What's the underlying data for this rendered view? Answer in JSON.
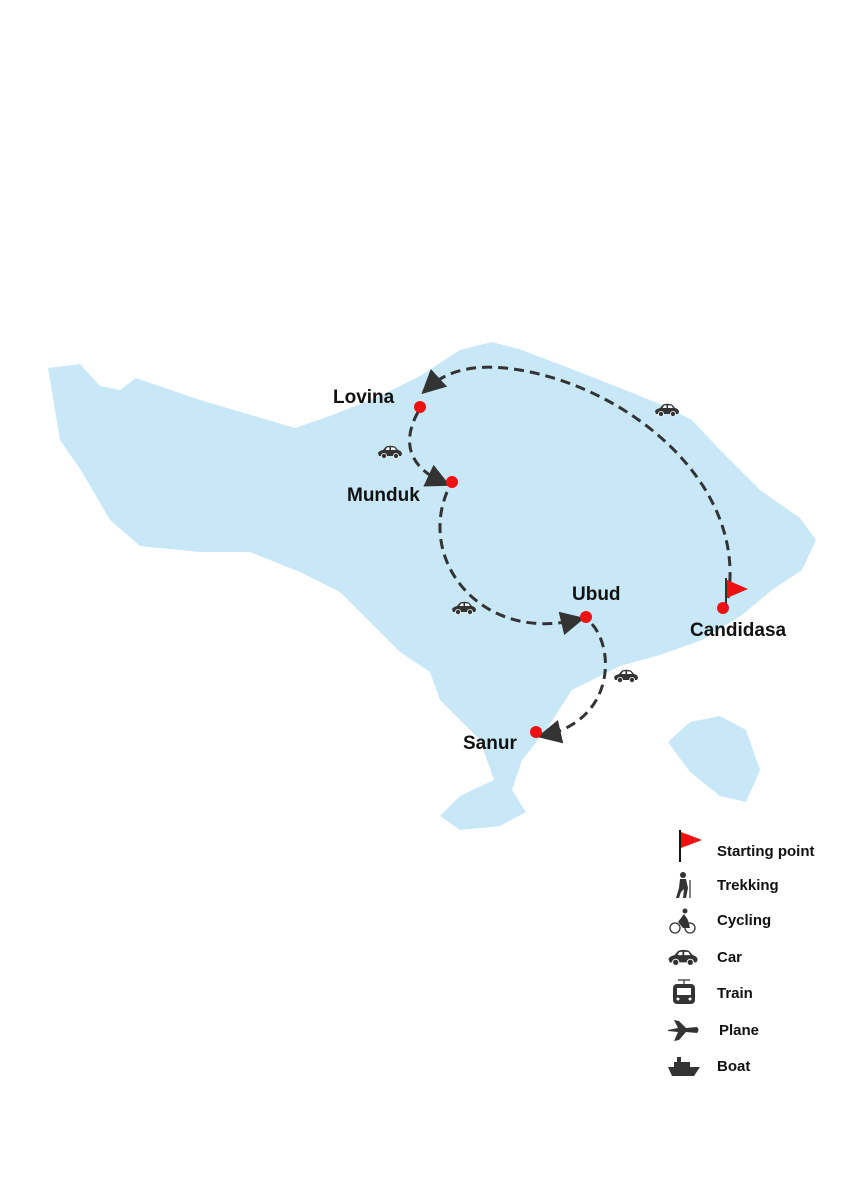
{
  "colors": {
    "land": "#c8e8f8",
    "route": "#333333",
    "stop": "#ee1111",
    "flag": "#ee1111",
    "icon": "#333333"
  },
  "places": {
    "lovina": "Lovina",
    "munduk": "Munduk",
    "ubud": "Ubud",
    "sanur": "Sanur",
    "candidasa": "Candidasa"
  },
  "legend": [
    {
      "icon": "flag-icon",
      "label": "Starting point"
    },
    {
      "icon": "hiker-icon",
      "label": "Trekking"
    },
    {
      "icon": "bicycle-icon",
      "label": "Cycling"
    },
    {
      "icon": "car-icon",
      "label": "Car"
    },
    {
      "icon": "train-icon",
      "label": "Train"
    },
    {
      "icon": "plane-icon",
      "label": "Plane"
    },
    {
      "icon": "boat-icon",
      "label": "Boat"
    }
  ]
}
